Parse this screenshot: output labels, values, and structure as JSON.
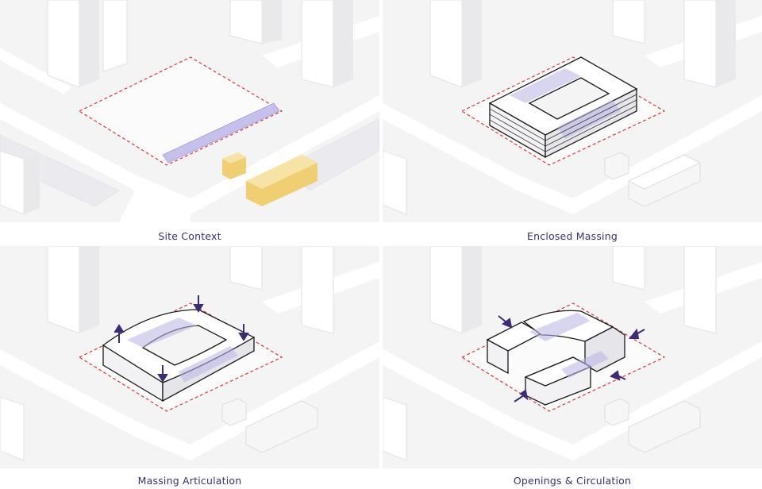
{
  "panels": [
    {
      "caption": "Site Context"
    },
    {
      "caption": "Enclosed Massing"
    },
    {
      "caption": "Massing Articulation"
    },
    {
      "caption": "Openings & Circulation"
    }
  ],
  "colors": {
    "site_boundary": "#d9363e",
    "accent_purple": "#3f2a78",
    "highlight_violet": "#b9b4e6",
    "context_building_yellow": "#f4d98a",
    "road": "#ffffff",
    "ground": "#f4f4f5"
  }
}
